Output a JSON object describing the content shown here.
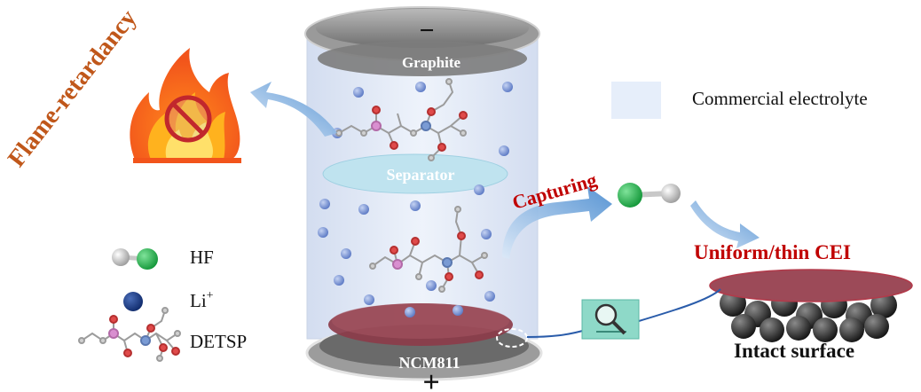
{
  "labels": {
    "flame": "Flame-retardancy",
    "graphite": "Graphite",
    "separator": "Separator",
    "ncm": "NCM811",
    "capturing": "Capturing",
    "cei": "Uniform/thin CEI",
    "intact": "Intact surface",
    "minus": "−",
    "plus": "+"
  },
  "legend": {
    "electrolyte": "Commercial electrolyte",
    "hf": "HF",
    "li": "Li",
    "li_sup": "+",
    "detsp": "DETSP"
  },
  "colors": {
    "flame_text": "#c0571a",
    "red_text": "#c00000",
    "electrolyte": "#e6eefa",
    "li_ion": "#7d98d8",
    "cathode": "#8c3c4a",
    "arrow": "#5b9bd5",
    "h_atom": "#d8d8d8",
    "f_atom": "#22b24c"
  },
  "icons": [
    "flame-icon",
    "prohibition-icon",
    "magnifier-icon"
  ]
}
